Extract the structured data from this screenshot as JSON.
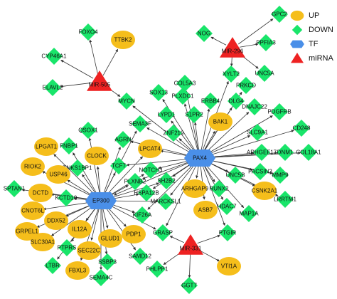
{
  "legend": [
    {
      "type": "UP",
      "label": "UP",
      "color": "#f5be1b",
      "shape": "circle"
    },
    {
      "type": "DOWN",
      "label": "DOWN",
      "color": "#19e56a",
      "shape": "diamond"
    },
    {
      "type": "TF",
      "label": "TF",
      "color": "#4a8fe8",
      "shape": "hexagon"
    },
    {
      "type": "miRNA",
      "label": "miRNA",
      "color": "#ee2222",
      "shape": "triangle"
    }
  ],
  "nodes": [
    {
      "id": "MIR-505",
      "type": "miRNA"
    },
    {
      "id": "MIR-296",
      "type": "miRNA"
    },
    {
      "id": "MIR-331",
      "type": "miRNA"
    },
    {
      "id": "EP300",
      "type": "TF"
    },
    {
      "id": "PAX4",
      "type": "TF"
    },
    {
      "id": "FOXO4",
      "type": "DOWN"
    },
    {
      "id": "TTBK2",
      "type": "UP"
    },
    {
      "id": "CYP46A1",
      "type": "DOWN"
    },
    {
      "id": "ELAVL2",
      "type": "DOWN"
    },
    {
      "id": "GPC2",
      "type": "DOWN"
    },
    {
      "id": "NOG",
      "type": "DOWN"
    },
    {
      "id": "PPFIA3",
      "type": "DOWN"
    },
    {
      "id": "UNC5A",
      "type": "DOWN"
    },
    {
      "id": "XYLT2",
      "type": "DOWN"
    },
    {
      "id": "COL5A3",
      "type": "DOWN"
    },
    {
      "id": "PRKCD",
      "type": "DOWN"
    },
    {
      "id": "MYCN",
      "type": "DOWN"
    },
    {
      "id": "SOX13",
      "type": "DOWN"
    },
    {
      "id": "PLXDC1",
      "type": "DOWN"
    },
    {
      "id": "ERBB4",
      "type": "DOWN"
    },
    {
      "id": "DLG4",
      "type": "DOWN"
    },
    {
      "id": "LYPD1",
      "type": "DOWN"
    },
    {
      "id": "S1PR2",
      "type": "DOWN"
    },
    {
      "id": "BAK1",
      "type": "UP"
    },
    {
      "id": "DNAJC22",
      "type": "DOWN"
    },
    {
      "id": "PDGFRB",
      "type": "DOWN"
    },
    {
      "id": "SEMA3F",
      "type": "DOWN"
    },
    {
      "id": "ZNF219",
      "type": "DOWN"
    },
    {
      "id": "SLC9A1",
      "type": "DOWN"
    },
    {
      "id": "CD248",
      "type": "DOWN"
    },
    {
      "id": "QSOX1",
      "type": "DOWN"
    },
    {
      "id": "AGRN",
      "type": "DOWN"
    },
    {
      "id": "LPCAT4",
      "type": "UP"
    },
    {
      "id": "ARHGEF17",
      "type": "DOWN"
    },
    {
      "id": "DNM1",
      "type": "DOWN"
    },
    {
      "id": "COL18A1",
      "type": "DOWN"
    },
    {
      "id": "LPGAT1",
      "type": "UP"
    },
    {
      "id": "FNBP1",
      "type": "DOWN"
    },
    {
      "id": "CLOCK",
      "type": "UP"
    },
    {
      "id": "TCF7",
      "type": "DOWN"
    },
    {
      "id": "NOTCH3",
      "type": "DOWN"
    },
    {
      "id": "UNC5B",
      "type": "DOWN"
    },
    {
      "id": "PACSIN3",
      "type": "DOWN"
    },
    {
      "id": "MMP9",
      "type": "DOWN"
    },
    {
      "id": "RIOK2",
      "type": "UP"
    },
    {
      "id": "TNKS1BP1",
      "type": "DOWN"
    },
    {
      "id": "USP46",
      "type": "UP"
    },
    {
      "id": "PLXNB2",
      "type": "DOWN"
    },
    {
      "id": "SH2B2",
      "type": "DOWN"
    },
    {
      "id": "HSPA12B",
      "type": "DOWN"
    },
    {
      "id": "ARHGAP9",
      "type": "UP"
    },
    {
      "id": "RUNX2",
      "type": "DOWN"
    },
    {
      "id": "CSNK2A1",
      "type": "UP"
    },
    {
      "id": "LRRTM1",
      "type": "DOWN"
    },
    {
      "id": "SPTAN1",
      "type": "DOWN"
    },
    {
      "id": "DCTD",
      "type": "UP"
    },
    {
      "id": "KCTD10",
      "type": "DOWN"
    },
    {
      "id": "MARCKSL1",
      "type": "DOWN"
    },
    {
      "id": "HDAC7",
      "type": "DOWN"
    },
    {
      "id": "CNOT6L",
      "type": "UP"
    },
    {
      "id": "ASB7",
      "type": "UP"
    },
    {
      "id": "KIF26A",
      "type": "DOWN"
    },
    {
      "id": "MAP1A",
      "type": "DOWN"
    },
    {
      "id": "DDX52",
      "type": "UP"
    },
    {
      "id": "GRPEL1",
      "type": "UP"
    },
    {
      "id": "IL12A",
      "type": "UP"
    },
    {
      "id": "SLC30A1",
      "type": "UP"
    },
    {
      "id": "GLUD1",
      "type": "UP"
    },
    {
      "id": "PDP1",
      "type": "UP"
    },
    {
      "id": "GRASP",
      "type": "DOWN"
    },
    {
      "id": "PTGIR",
      "type": "DOWN"
    },
    {
      "id": "PTPRS",
      "type": "DOWN"
    },
    {
      "id": "SEC22C",
      "type": "UP"
    },
    {
      "id": "SAMD12",
      "type": "DOWN"
    },
    {
      "id": "LTBR",
      "type": "DOWN"
    },
    {
      "id": "FBXL3",
      "type": "UP"
    },
    {
      "id": "SSBP3",
      "type": "DOWN"
    },
    {
      "id": "SEMA4C",
      "type": "DOWN"
    },
    {
      "id": "PHLPP1",
      "type": "DOWN"
    },
    {
      "id": "VTI1A",
      "type": "UP"
    },
    {
      "id": "GGT7",
      "type": "DOWN"
    }
  ],
  "edges": [
    [
      "MIR-505",
      "FOXO4"
    ],
    [
      "MIR-505",
      "TTBK2"
    ],
    [
      "MIR-505",
      "CYP46A1"
    ],
    [
      "MIR-505",
      "ELAVL2"
    ],
    [
      "MIR-505",
      "MYCN"
    ],
    [
      "MIR-296",
      "GPC2"
    ],
    [
      "MIR-296",
      "NOG"
    ],
    [
      "MIR-296",
      "PPFIA3"
    ],
    [
      "MIR-296",
      "UNC5A"
    ],
    [
      "MIR-296",
      "XYLT2"
    ],
    [
      "MIR-331",
      "GRASP"
    ],
    [
      "MIR-331",
      "PTGIR"
    ],
    [
      "MIR-331",
      "PHLPP1"
    ],
    [
      "MIR-331",
      "VTI1A"
    ],
    [
      "MIR-331",
      "GGT7"
    ],
    [
      "PAX4",
      "MYCN"
    ],
    [
      "PAX4",
      "SOX13"
    ],
    [
      "PAX4",
      "COL5A3"
    ],
    [
      "PAX4",
      "XYLT2"
    ],
    [
      "PAX4",
      "PRKCD"
    ],
    [
      "PAX4",
      "PLXDC1"
    ],
    [
      "PAX4",
      "ERBB4"
    ],
    [
      "PAX4",
      "DLG4"
    ],
    [
      "PAX4",
      "LYPD1"
    ],
    [
      "PAX4",
      "S1PR2"
    ],
    [
      "PAX4",
      "BAK1"
    ],
    [
      "PAX4",
      "DNAJC22"
    ],
    [
      "PAX4",
      "PDGFRB"
    ],
    [
      "PAX4",
      "SLC9A1"
    ],
    [
      "PAX4",
      "CD248"
    ],
    [
      "PAX4",
      "SEMA3F"
    ],
    [
      "PAX4",
      "ZNF219"
    ],
    [
      "PAX4",
      "AGRN"
    ],
    [
      "PAX4",
      "LPCAT4"
    ],
    [
      "PAX4",
      "ARHGEF17"
    ],
    [
      "PAX4",
      "DNM1"
    ],
    [
      "PAX4",
      "COL18A1"
    ],
    [
      "PAX4",
      "TCF7"
    ],
    [
      "PAX4",
      "NOTCH3"
    ],
    [
      "PAX4",
      "UNC5B"
    ],
    [
      "PAX4",
      "PACSIN3"
    ],
    [
      "PAX4",
      "MMP9"
    ],
    [
      "PAX4",
      "PLXNB2"
    ],
    [
      "PAX4",
      "SH2B2"
    ],
    [
      "PAX4",
      "HSPA12B"
    ],
    [
      "PAX4",
      "ARHGAP9"
    ],
    [
      "PAX4",
      "RUNX2"
    ],
    [
      "PAX4",
      "CSNK2A1"
    ],
    [
      "PAX4",
      "LRRTM1"
    ],
    [
      "PAX4",
      "MARCKSL1"
    ],
    [
      "PAX4",
      "HDAC7"
    ],
    [
      "PAX4",
      "ASB7"
    ],
    [
      "PAX4",
      "KIF26A"
    ],
    [
      "PAX4",
      "MAP1A"
    ],
    [
      "PAX4",
      "GRASP"
    ],
    [
      "PAX4",
      "PTGIR"
    ],
    [
      "PAX4",
      "EP300"
    ],
    [
      "EP300",
      "QSOX1"
    ],
    [
      "EP300",
      "CLOCK"
    ],
    [
      "EP300",
      "LPGAT1"
    ],
    [
      "EP300",
      "FNBP1"
    ],
    [
      "EP300",
      "TNKS1BP1"
    ],
    [
      "EP300",
      "RIOK2"
    ],
    [
      "EP300",
      "USP46"
    ],
    [
      "EP300",
      "SPTAN1"
    ],
    [
      "EP300",
      "DCTD"
    ],
    [
      "EP300",
      "KCTD10"
    ],
    [
      "EP300",
      "CNOT6L"
    ],
    [
      "EP300",
      "DDX52"
    ],
    [
      "EP300",
      "GRPEL1"
    ],
    [
      "EP300",
      "SLC30A1"
    ],
    [
      "EP300",
      "IL12A"
    ],
    [
      "EP300",
      "PTPRS"
    ],
    [
      "EP300",
      "SEC22C"
    ],
    [
      "EP300",
      "LTBR"
    ],
    [
      "EP300",
      "FBXL3"
    ],
    [
      "EP300",
      "GLUD1"
    ],
    [
      "EP300",
      "SSBP3"
    ],
    [
      "EP300",
      "SEMA4C"
    ],
    [
      "EP300",
      "PDP1"
    ],
    [
      "EP300",
      "SAMD12"
    ],
    [
      "EP300",
      "TCF7"
    ],
    [
      "EP300",
      "AGRN"
    ],
    [
      "EP300",
      "LPCAT4"
    ],
    [
      "EP300",
      "NOTCH3"
    ],
    [
      "EP300",
      "PLXNB2"
    ],
    [
      "EP300",
      "SH2B2"
    ],
    [
      "EP300",
      "HSPA12B"
    ],
    [
      "EP300",
      "MARCKSL1"
    ],
    [
      "EP300",
      "KIF26A"
    ],
    [
      "EP300",
      "GRASP"
    ],
    [
      "EP300",
      "SEMA3F"
    ]
  ]
}
